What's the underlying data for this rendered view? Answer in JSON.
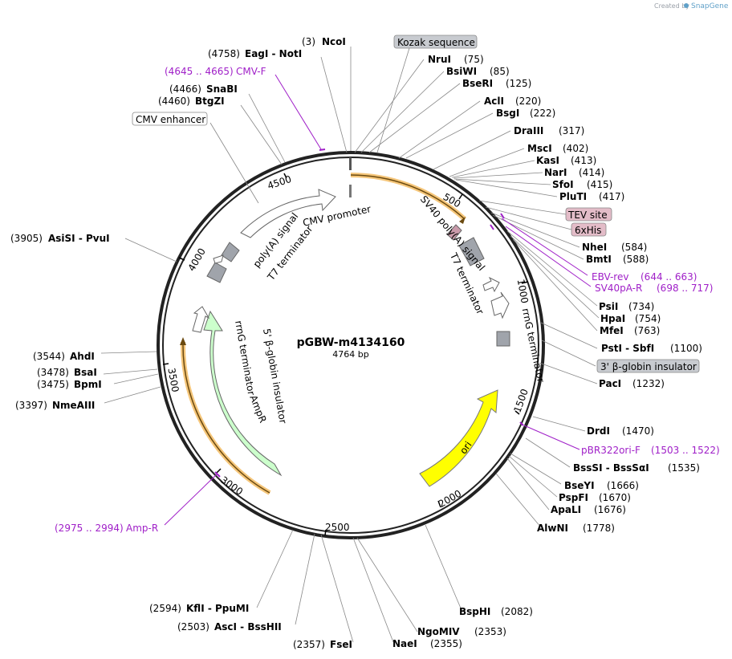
{
  "credit": {
    "prefix": "Created by",
    "brand": "SnapGene"
  },
  "plasmid": {
    "name": "pGBW-m4134160",
    "length_label": "4764 bp"
  },
  "ticks": [
    "500",
    "1000",
    "1500",
    "2000",
    "2500",
    "3000",
    "3500",
    "4000",
    "4500"
  ],
  "features": {
    "cmv_promoter": "CMV promoter",
    "sv40_polya_right": "SV40 poly(A) signal",
    "t7_term_right": "T7 terminator",
    "rrng_term_right": "rrnG terminator",
    "ori": "ori",
    "ampr": "AmpR",
    "rrng_term_left": "rrnG terminator",
    "globin_left": "5' β-globin insulator",
    "polya_left": "poly(A) signal",
    "t7_term_left": "T7 terminator"
  },
  "boxed_features": {
    "kozak": "Kozak sequence",
    "tev": "TEV site",
    "his": "6xHis",
    "cmv_enhancer": "CMV enhancer",
    "globin3": "3' β-globin insulator"
  },
  "sites_right": [
    {
      "name": "NruI",
      "pos": "(75)"
    },
    {
      "name": "BsiWI",
      "pos": "(85)"
    },
    {
      "name": "BseRI",
      "pos": "(125)"
    },
    {
      "name": "AclI",
      "pos": "(220)"
    },
    {
      "name": "BsgI",
      "pos": "(222)"
    },
    {
      "name": "DraIII",
      "pos": "(317)"
    },
    {
      "name": "MscI",
      "pos": "(402)"
    },
    {
      "name": "KasI",
      "pos": "(413)"
    },
    {
      "name": "NarI",
      "pos": "(414)"
    },
    {
      "name": "SfoI",
      "pos": "(415)"
    },
    {
      "name": "PluTI",
      "pos": "(417)"
    },
    {
      "name": "NheI",
      "pos": "(584)"
    },
    {
      "name": "BmtI",
      "pos": "(588)"
    },
    {
      "name": "PsiI",
      "pos": "(734)"
    },
    {
      "name": "HpaI",
      "pos": "(754)"
    },
    {
      "name": "MfeI",
      "pos": "(763)"
    },
    {
      "name": "PstI - SbfI",
      "pos": "(1100)"
    },
    {
      "name": "PacI",
      "pos": "(1232)"
    },
    {
      "name": "DrdI",
      "pos": "(1470)"
    },
    {
      "name": "BssSI - BssSαI",
      "pos": "(1535)"
    },
    {
      "name": "BseYI",
      "pos": "(1666)"
    },
    {
      "name": "PspFI",
      "pos": "(1670)"
    },
    {
      "name": "ApaLI",
      "pos": "(1676)"
    },
    {
      "name": "AlwNI",
      "pos": "(1778)"
    },
    {
      "name": "BspHI",
      "pos": "(2082)"
    },
    {
      "name": "NgoMIV",
      "pos": "(2353)"
    },
    {
      "name": "NaeI",
      "pos": "(2355)"
    }
  ],
  "sites_left": [
    {
      "name": "NcoI",
      "pos": "(3)"
    },
    {
      "name": "EagI - NotI",
      "pos": "(4758)"
    },
    {
      "name": "SnaBI",
      "pos": "(4466)"
    },
    {
      "name": "BtgZI",
      "pos": "(4460)"
    },
    {
      "name": "AsiSI - PvuI",
      "pos": "(3905)"
    },
    {
      "name": "AhdI",
      "pos": "(3544)"
    },
    {
      "name": "BsaI",
      "pos": "(3478)"
    },
    {
      "name": "BpmI",
      "pos": "(3475)"
    },
    {
      "name": "NmeAIII",
      "pos": "(3397)"
    },
    {
      "name": "KflI - PpuMI",
      "pos": "(2594)"
    },
    {
      "name": "AscI - BssHII",
      "pos": "(2503)"
    },
    {
      "name": "FseI",
      "pos": "(2357)"
    }
  ],
  "primers": [
    {
      "name": "CMV-F",
      "range": "(4645 .. 4665)"
    },
    {
      "name": "EBV-rev",
      "range": "(644 .. 663)"
    },
    {
      "name": "SV40pA-R",
      "range": "(698 .. 717)"
    },
    {
      "name": "pBR322ori-F",
      "range": "(1503 .. 1522)"
    },
    {
      "name": "Amp-R",
      "range": "(2975 .. 2994)"
    }
  ],
  "colors": {
    "ori": "#ffff00",
    "ampr": "#ccffcc",
    "selected": "#f5a623",
    "primer": "#a020c8",
    "gray_feature": "#a0a4ab",
    "pink_box": "#e3bcc8",
    "gray_box": "#c8cbd0"
  }
}
